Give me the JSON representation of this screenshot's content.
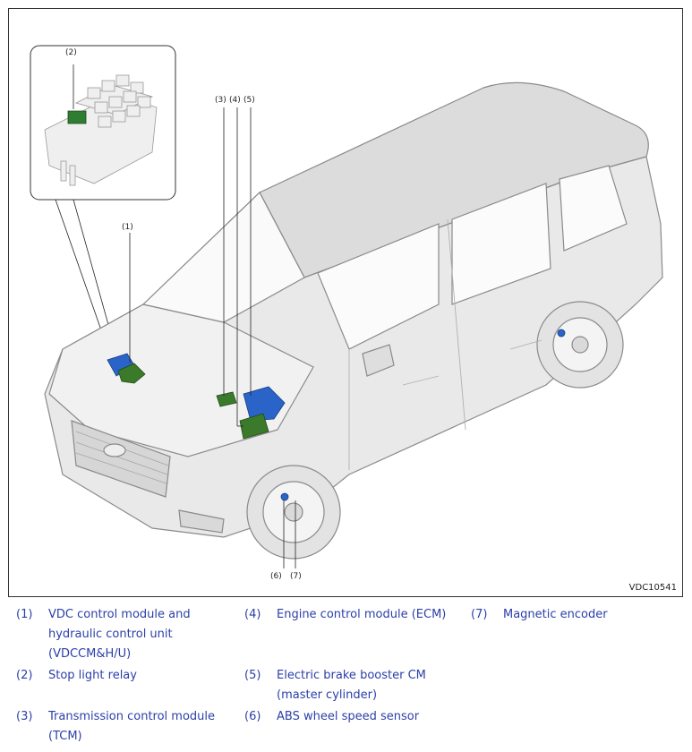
{
  "figure": {
    "id": "VDC10541",
    "callouts": [
      "(1)",
      "(2)",
      "(3)",
      "(4)",
      "(5)",
      "(6)",
      "(7)"
    ],
    "colors": {
      "vdc_module": "#2a64c8",
      "relay": "#2e7d32",
      "component_green": "#3a7a2a",
      "car_body": "#e9e9e9",
      "outline": "#8a8a8a"
    }
  },
  "legend": [
    {
      "num": "(1)",
      "text": "VDC control module and\nhydraulic control unit\n(VDCCM&H/U)"
    },
    {
      "num": "(2)",
      "text": "Stop light relay"
    },
    {
      "num": "(3)",
      "text": "Transmission control module\n(TCM)"
    },
    {
      "num": "(4)",
      "text": "Engine control module (ECM)"
    },
    {
      "num": "(5)",
      "text": "Electric brake booster CM\n(master cylinder)"
    },
    {
      "num": "(6)",
      "text": "ABS wheel speed sensor"
    },
    {
      "num": "(7)",
      "text": "Magnetic encoder"
    }
  ]
}
